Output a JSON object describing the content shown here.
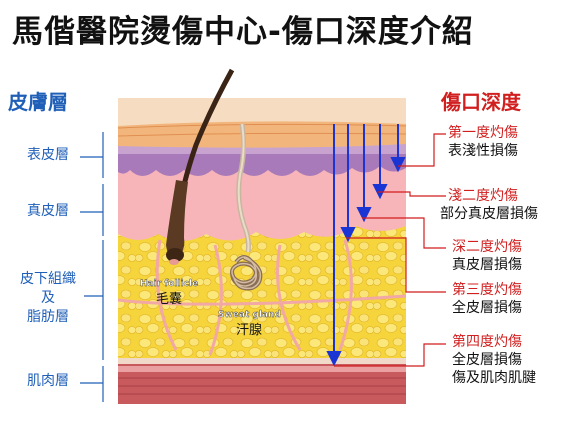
{
  "title": "馬偕醫院燙傷中心-傷口深度介紹",
  "left_header": "皮膚層",
  "right_header": "傷口深度",
  "layers": [
    {
      "label": "表皮層"
    },
    {
      "label": "真皮層"
    },
    {
      "label": "皮下組織\n及\n脂肪層"
    },
    {
      "label": "肌肉層"
    }
  ],
  "structures": {
    "hair_follicle_en": "Hair follicle",
    "hair_follicle_zh": "毛囊",
    "sweat_gland_en": "Sweat gland",
    "sweat_gland_zh": "汗腺"
  },
  "depths": [
    {
      "degree": "第一度灼傷",
      "desc": "表淺性損傷"
    },
    {
      "degree": "淺二度灼傷",
      "desc": "部分真皮層損傷"
    },
    {
      "degree": "深二度灼傷",
      "desc": "真皮層損傷"
    },
    {
      "degree": "第三度灼傷",
      "desc": "全皮層損傷"
    },
    {
      "degree": "第四度灼傷",
      "desc": "全皮層損傷\n傷及肌肉肌腱"
    }
  ],
  "colors": {
    "skin_label": "#1f5fb8",
    "burn_label": "#d11f1f",
    "arrow": "#1a35d4",
    "connector": "#d11f1f",
    "epidermis_surface": "#f3c08a",
    "epidermis_base": "#a87ab8",
    "dermis": "#f6b3b8",
    "fat": "#f5d23a",
    "muscle": "#c95a5e"
  }
}
